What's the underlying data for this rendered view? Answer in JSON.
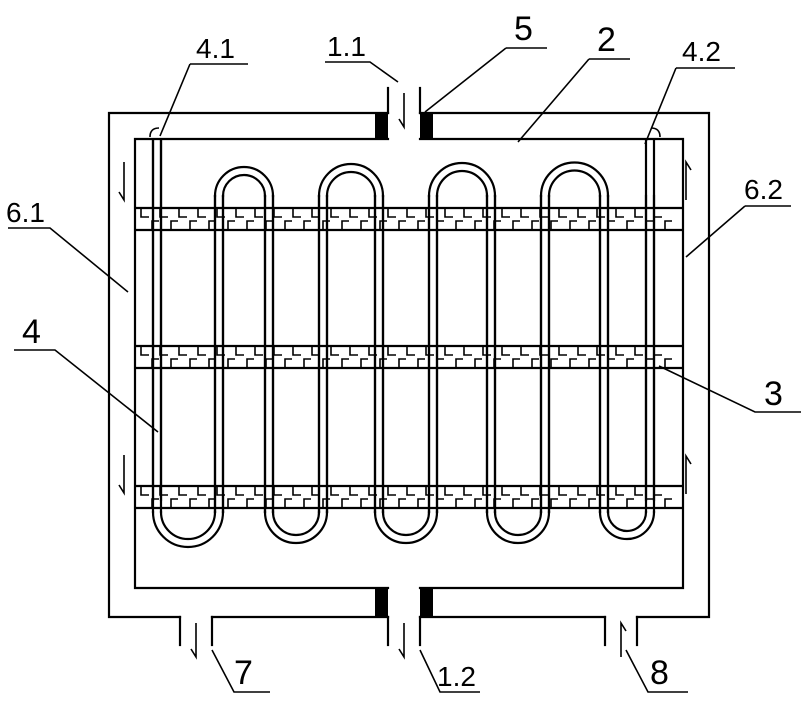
{
  "labels": {
    "l_4_1": "4.1",
    "l_1_1": "1.1",
    "l_5": "5",
    "l_2": "2",
    "l_4_2": "4.2",
    "l_6_1": "6.1",
    "l_6_2": "6.2",
    "l_4": "4",
    "l_3": "3",
    "l_7": "7",
    "l_1_2": "1.2",
    "l_8": "8"
  }
}
